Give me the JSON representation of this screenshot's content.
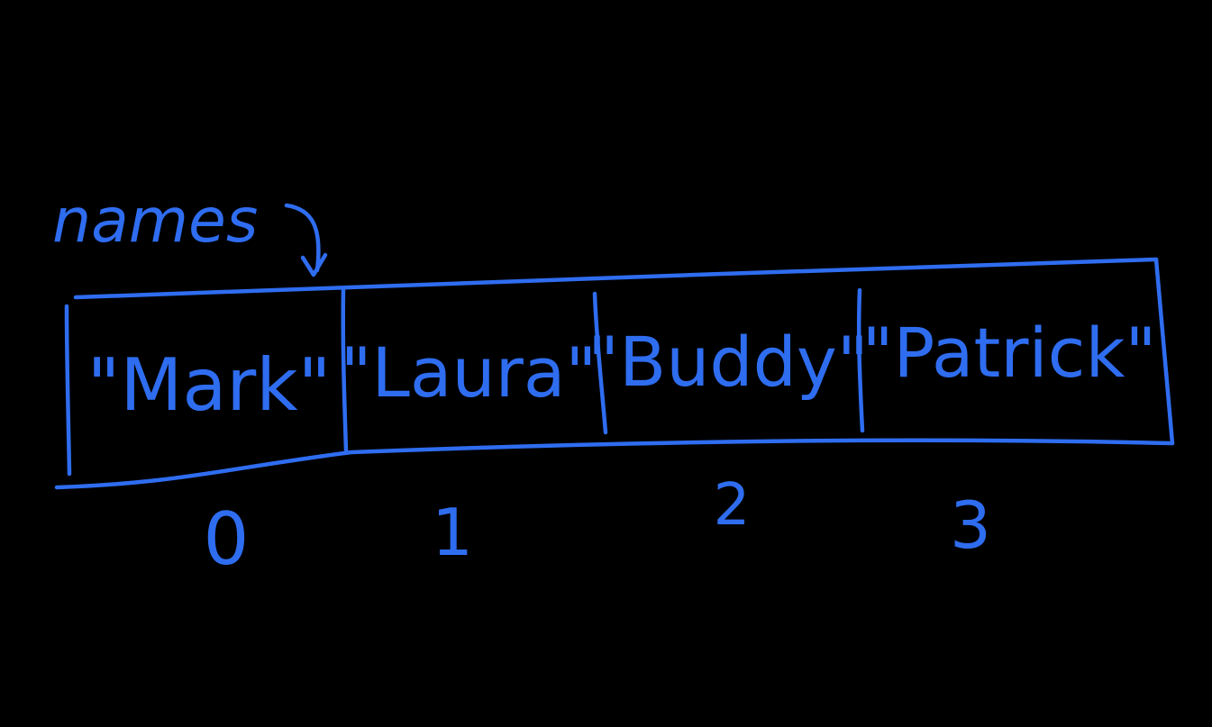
{
  "colors": {
    "background": "#000000",
    "ink": "#2f6df0"
  },
  "array": {
    "variable_name": "names",
    "elements": [
      {
        "value": "\"Mark\"",
        "index": "0"
      },
      {
        "value": "\"Laura\"",
        "index": "1"
      },
      {
        "value": "\"Buddy\"",
        "index": "2"
      },
      {
        "value": "\"Patrick\"",
        "index": "3"
      }
    ]
  }
}
